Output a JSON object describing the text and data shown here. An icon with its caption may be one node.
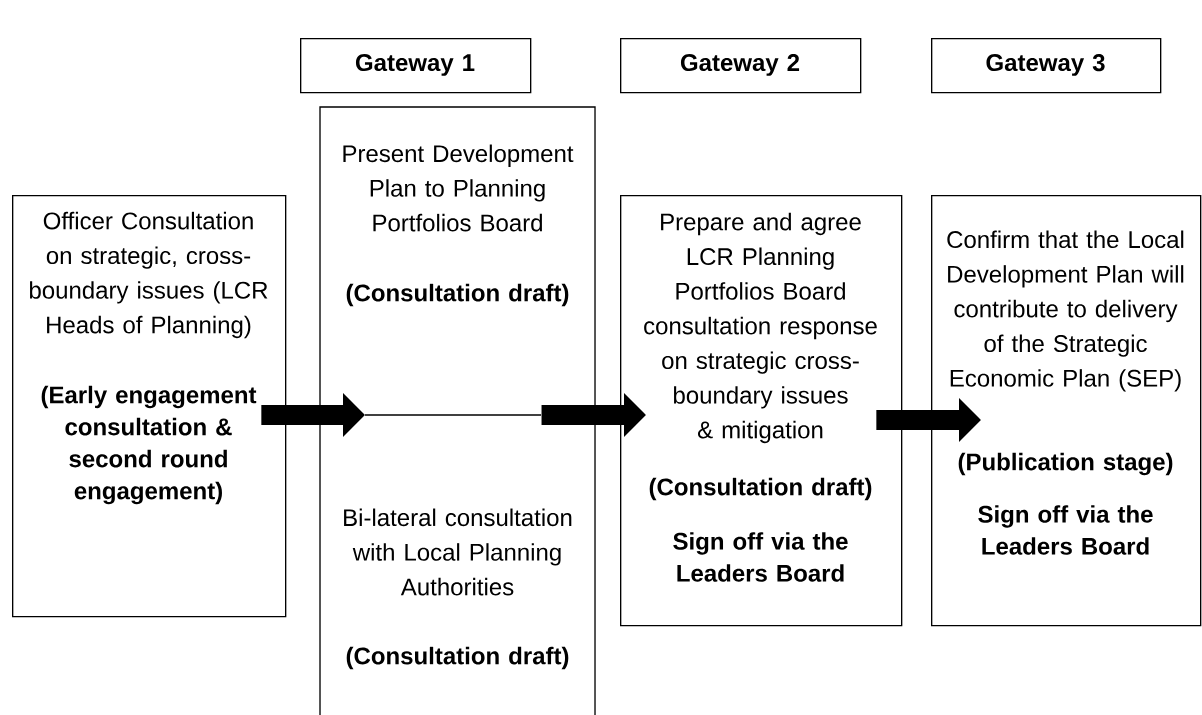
{
  "diagram": {
    "nodes": [
      {
        "text": [
          "Gateway 1"
        ]
      },
      {
        "text": [
          "Gateway 2"
        ]
      },
      {
        "text": [
          "Gateway 3"
        ]
      },
      {
        "text": [
          "Officer Consultation on strategic, cross-boundary issues (LCR Heads of Planning)",
          "(Early engagement consultation & second round engagement)"
        ]
      },
      {
        "text": [
          "Present Development Plan to Planning Portfolios Board",
          "(Consultation draft)",
          "Bi-lateral consultation with Local Planning Authorities",
          "(Consultation draft)"
        ]
      },
      {
        "text": [
          "Prepare and agree LCR Planning Portfolios Board consultation response on strategic cross-boundary issues & mitigation",
          "(Consultation draft)",
          "Sign off via the Leaders Board"
        ]
      },
      {
        "text": [
          "Confirm that the Local Development Plan will contribute to delivery of the Strategic Economic Plan (SEP)",
          "(Publication stage)",
          "Sign off via the Leaders Board"
        ]
      }
    ],
    "edges": [
      {
        "from": 3,
        "to": 4,
        "arrow": "to"
      },
      {
        "from": 4,
        "to": 5,
        "arrow": "to"
      },
      {
        "from": 5,
        "to": 6,
        "arrow": "to"
      }
    ]
  }
}
